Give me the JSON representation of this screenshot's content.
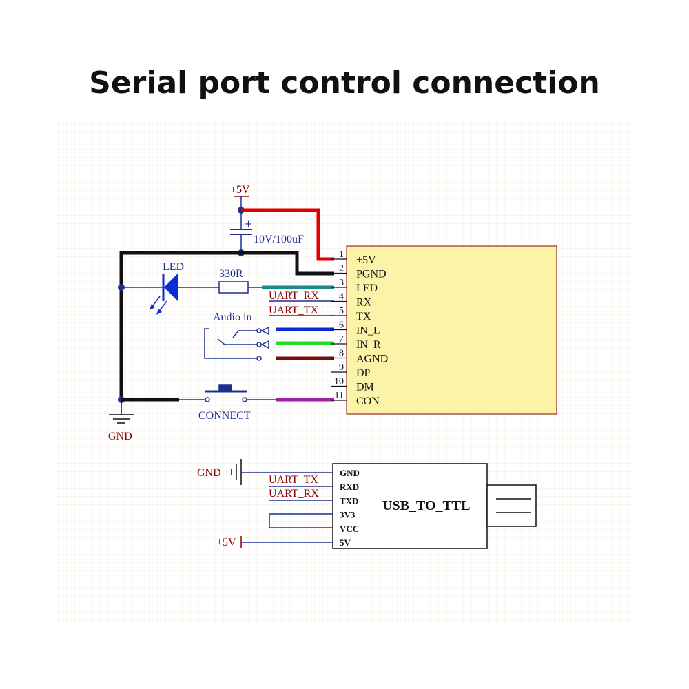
{
  "title": "Serial port control connection",
  "labels": {
    "vcc_top": "+5V",
    "capacitor": "10V/100uF",
    "led": "LED",
    "resistor": "330R",
    "audio_in": "Audio in",
    "button": "CONNECT",
    "gnd": "GND",
    "uart_rx_top": "UART_RX",
    "uart_tx_top": "UART_TX"
  },
  "module_pins": [
    {
      "num": "1",
      "name": "+5V"
    },
    {
      "num": "2",
      "name": "PGND"
    },
    {
      "num": "3",
      "name": "LED"
    },
    {
      "num": "4",
      "name": "RX"
    },
    {
      "num": "5",
      "name": "TX"
    },
    {
      "num": "6",
      "name": "IN_L"
    },
    {
      "num": "7",
      "name": "IN_R"
    },
    {
      "num": "8",
      "name": "AGND"
    },
    {
      "num": "9",
      "name": "DP"
    },
    {
      "num": "10",
      "name": "DM"
    },
    {
      "num": "11",
      "name": "CON"
    }
  ],
  "usb_ttl": {
    "title": "USB_TO_TTL",
    "pins": [
      "GND",
      "RXD",
      "TXD",
      "3V3",
      "VCC",
      "5V"
    ],
    "gnd_label": "GND",
    "vcc_label": "+5V",
    "uart_tx": "UART_TX",
    "uart_rx": "UART_RX"
  },
  "colors": {
    "grid": "#f3e7dc",
    "wire_power": "#e00000",
    "wire_led": "#1a8a8a",
    "wire_left": "#0a2bd8",
    "wire_right": "#22dd22",
    "wire_agnd": "#7a0d0d",
    "wire_con": "#a020a0",
    "module_fill": "#fbf3a8",
    "label_red": "#8b0000",
    "net_blue": "#1f2f8f"
  }
}
